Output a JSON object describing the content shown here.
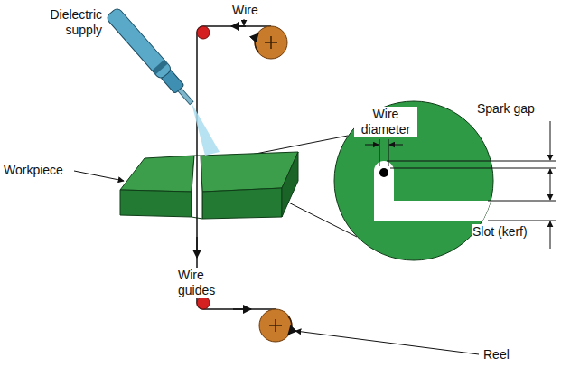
{
  "diagram": {
    "labels": [
      "Wire",
      "Dielectric supply",
      "Wire diameter",
      "Spark gap",
      "Workpiece",
      "Slot (kerf)",
      "Wire guides",
      "Reel"
    ]
  }
}
